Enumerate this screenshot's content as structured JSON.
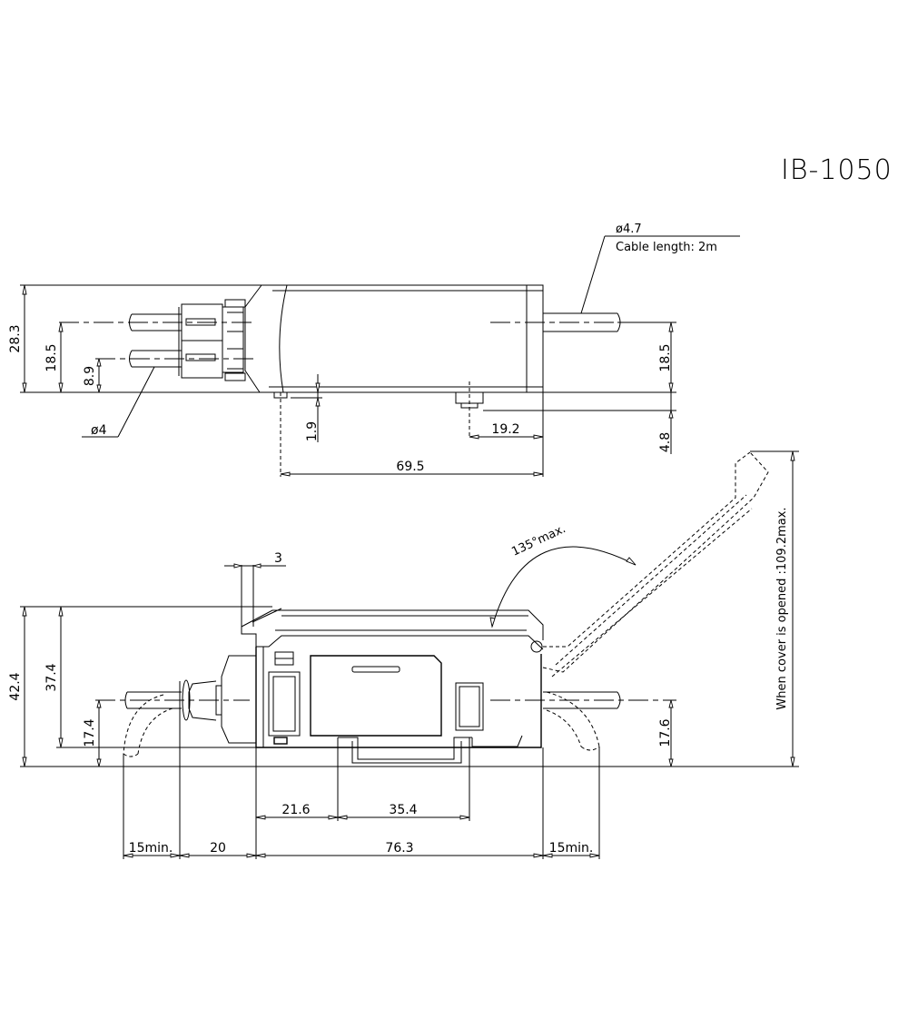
{
  "drawing": {
    "model": "IB-1050",
    "cable_note": {
      "diameter": "ø4.7",
      "length": "Cable length: 2m"
    },
    "fiber_note": "ø4",
    "top_view": {
      "dims": {
        "overall_height": "28.3",
        "fiber_spacing_left": "18.5",
        "fiber_offset": "8.9",
        "cable_height_right": "18.5",
        "foot_height": "1.9",
        "foot_offset": "19.2",
        "body_length": "69.5",
        "bottom_depth": "4.8"
      }
    },
    "side_view": {
      "dims": {
        "cover_thickness": "3",
        "total_height": "42.4",
        "body_height": "37.4",
        "fiber_center_height": "17.4",
        "cable_center_height": "17.6",
        "rail_offset": "21.6",
        "rail_width": "35.4",
        "clearance_left": "15min.",
        "connector_length": "20",
        "body_length": "76.3",
        "clearance_right": "15min."
      },
      "angle_note": "135°max.",
      "cover_note": "When cover is opened :109.2max."
    }
  }
}
